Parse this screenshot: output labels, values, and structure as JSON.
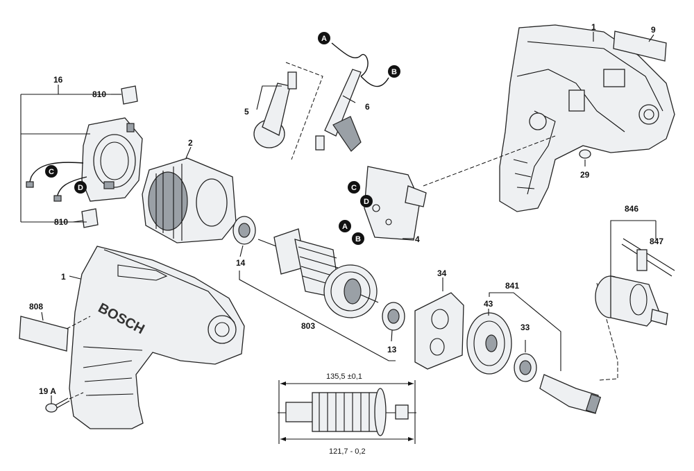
{
  "part_numbers": {
    "p1_top": "1",
    "p9": "9",
    "p16": "16",
    "p810_top": "810",
    "p810_bottom": "810",
    "p2": "2",
    "p5": "5",
    "p6": "6",
    "p4": "4",
    "p29": "29",
    "p846": "846",
    "p847": "847",
    "p14": "14",
    "p1_bottom": "1",
    "p808": "808",
    "p19a": "19 A",
    "p803": "803",
    "p34": "34",
    "p841": "841",
    "p43": "43",
    "p33": "33",
    "p13": "13"
  },
  "connectors": {
    "a_top": "A",
    "b_top": "B",
    "c_left": "C",
    "d_left": "D",
    "c_switch": "C",
    "d_switch": "D",
    "a_switch": "A",
    "b_switch": "B"
  },
  "dimensions": {
    "overall_length": "135,5 ±0,1",
    "core_length": "121,7 - 0,2"
  },
  "brand_logo": "BOSCH",
  "colors": {
    "line": "#111111",
    "badge": "#111111",
    "fill_light": "#eef0f2",
    "fill_dark": "#9aa0a6"
  }
}
